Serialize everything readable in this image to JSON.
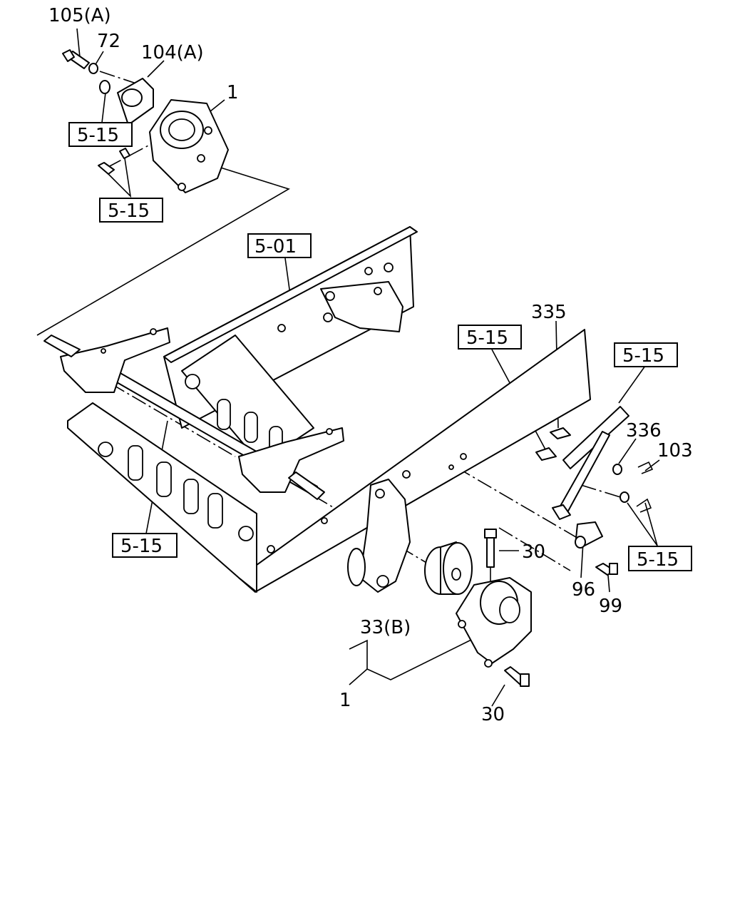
{
  "labels": {
    "p105a": "105(A)",
    "p72": "72",
    "p104a": "104(A)",
    "p1_top": "1",
    "p335": "335",
    "p336": "336",
    "p103": "103",
    "p30_a": "30",
    "p96": "96",
    "p99": "99",
    "p33b": "33(B)",
    "p1_bottom": "1",
    "p30_b": "30"
  },
  "refs": {
    "r515_a": "5-15",
    "r515_b": "5-15",
    "r501": "5-01",
    "r515_c": "5-15",
    "r515_d": "5-15",
    "r515_e": "5-15",
    "r515_f": "5-15"
  },
  "colors": {
    "ink": "#000000",
    "paper": "#ffffff"
  }
}
